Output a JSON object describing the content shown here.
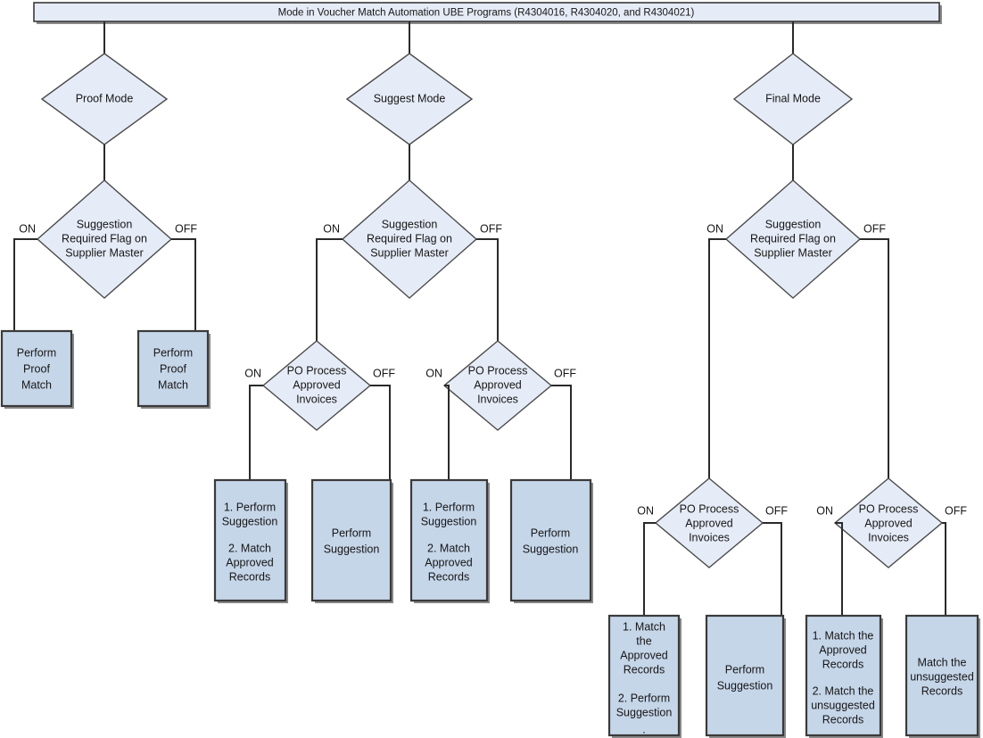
{
  "diagram": {
    "title": "Mode in Voucher Match Automation UBE Programs (R4304016, R4304020, and R4304021)",
    "colors": {
      "decision_fill": "#e6ecf7",
      "process_fill": "#c6d6e9",
      "stroke": "#3a3a3a",
      "connector": "#2a2a2a",
      "shadow": "#8a8a8a",
      "background": "#ffffff"
    },
    "edge_labels": {
      "on": "ON",
      "off": "OFF"
    },
    "decisions": {
      "proof_mode": "Proof Mode",
      "suggest_mode": "Suggest Mode",
      "final_mode": "Final Mode",
      "supplier_flag_1": "Suggestion\nRequired Flag on\nSupplier Master",
      "supplier_flag_1_l1": "Suggestion",
      "supplier_flag_1_l2": "Required Flag on",
      "supplier_flag_1_l3": "Supplier Master",
      "supplier_flag_2_l1": "Suggestion",
      "supplier_flag_2_l2": "Required Flag on",
      "supplier_flag_2_l3": "Supplier Master",
      "supplier_flag_3_l1": "Suggestion",
      "supplier_flag_3_l2": "Required Flag on",
      "supplier_flag_3_l3": "Supplier Master",
      "po_process_1_l1": "PO Process",
      "po_process_1_l2": "Approved",
      "po_process_1_l3": "Invoices",
      "po_process_2_l1": "PO Process",
      "po_process_2_l2": "Approved",
      "po_process_2_l3": "Invoices",
      "po_process_3_l1": "PO Process",
      "po_process_3_l2": "Approved",
      "po_process_3_l3": "Invoices",
      "po_process_4_l1": "PO Process",
      "po_process_4_l2": "Approved",
      "po_process_4_l3": "Invoices"
    },
    "processes": {
      "proof_on_l1": "Perform",
      "proof_on_l2": "Proof",
      "proof_on_l3": "Match",
      "proof_off_l1": "Perform",
      "proof_off_l2": "Proof",
      "proof_off_l3": "Match",
      "sug_a_l1": "1. Perform",
      "sug_a_l2": "Suggestion",
      "sug_a_l3": "",
      "sug_a_l4": "2. Match",
      "sug_a_l5": "Approved",
      "sug_a_l6": "Records",
      "sug_b_l1": "Perform",
      "sug_b_l2": "Suggestion",
      "sug_c_l1": "1. Perform",
      "sug_c_l2": "Suggestion",
      "sug_c_l3": "",
      "sug_c_l4": "2. Match",
      "sug_c_l5": "Approved",
      "sug_c_l6": "Records",
      "sug_d_l1": "Perform",
      "sug_d_l2": "Suggestion",
      "fin_a_l1": "1. Match",
      "fin_a_l2": "the",
      "fin_a_l3": "Approved",
      "fin_a_l4": "Records",
      "fin_a_l5": "",
      "fin_a_l6": "2. Perform",
      "fin_a_l7": "Suggestion",
      "fin_a_l8": ".",
      "fin_b_l1": "Perform",
      "fin_b_l2": "Suggestion",
      "fin_c_l1": "1. Match the",
      "fin_c_l2": "Approved",
      "fin_c_l3": "Records",
      "fin_c_l4": "",
      "fin_c_l5": "2. Match the",
      "fin_c_l6": "unsuggested",
      "fin_c_l7": "Records",
      "fin_d_l1": "Match the",
      "fin_d_l2": "unsuggested",
      "fin_d_l3": "Records"
    }
  }
}
